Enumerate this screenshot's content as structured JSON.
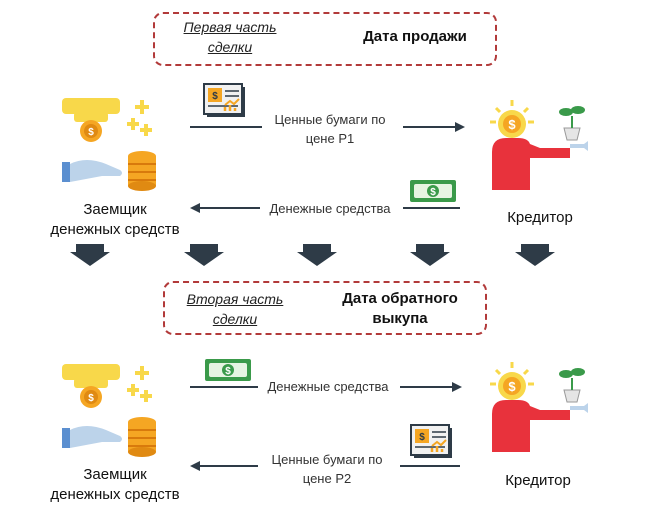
{
  "phase1": {
    "label_line1": "Первая часть",
    "label_line2": "сделки",
    "date": "Дата продажи"
  },
  "phase2": {
    "label_line1": "Вторая часть",
    "label_line2": "сделки",
    "date_line1": "Дата обратного",
    "date_line2": "выкупа"
  },
  "borrower": {
    "line1": "Заемщик",
    "line2": "денежных средств"
  },
  "lender": "Кредитор",
  "flows": {
    "securities_p1_line1": "Ценные бумаги по",
    "securities_p1_line2": "цене Р1",
    "cash": "Денежные средства",
    "securities_p2_line1": "Ценные бумаги по",
    "securities_p2_line2": "цене Р2"
  },
  "icons": {
    "cash_symbol": "$",
    "coin_symbol": "$"
  },
  "colors": {
    "dash_border": "#b23a3a",
    "arrow_dark": "#2e3b47",
    "orange": "#f5a623",
    "yellow": "#f8d84a",
    "red_person": "#e8323c",
    "green_cash": "#3a9a4a",
    "hand_blue": "#bcd3ea"
  }
}
